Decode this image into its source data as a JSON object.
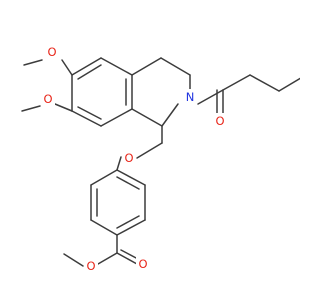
{
  "molecule": {
    "atom_colors": {
      "O": "#e8261a",
      "N": "#1f33e0",
      "bond": "#3c3c3c"
    },
    "labels": {
      "o_methoxy_6": "O",
      "o_methoxy_7": "O",
      "n_ring": "N",
      "o_amide": "O",
      "o_ether": "O",
      "o_ester_carbonyl": "O",
      "o_ester_alkoxy": "O"
    }
  }
}
